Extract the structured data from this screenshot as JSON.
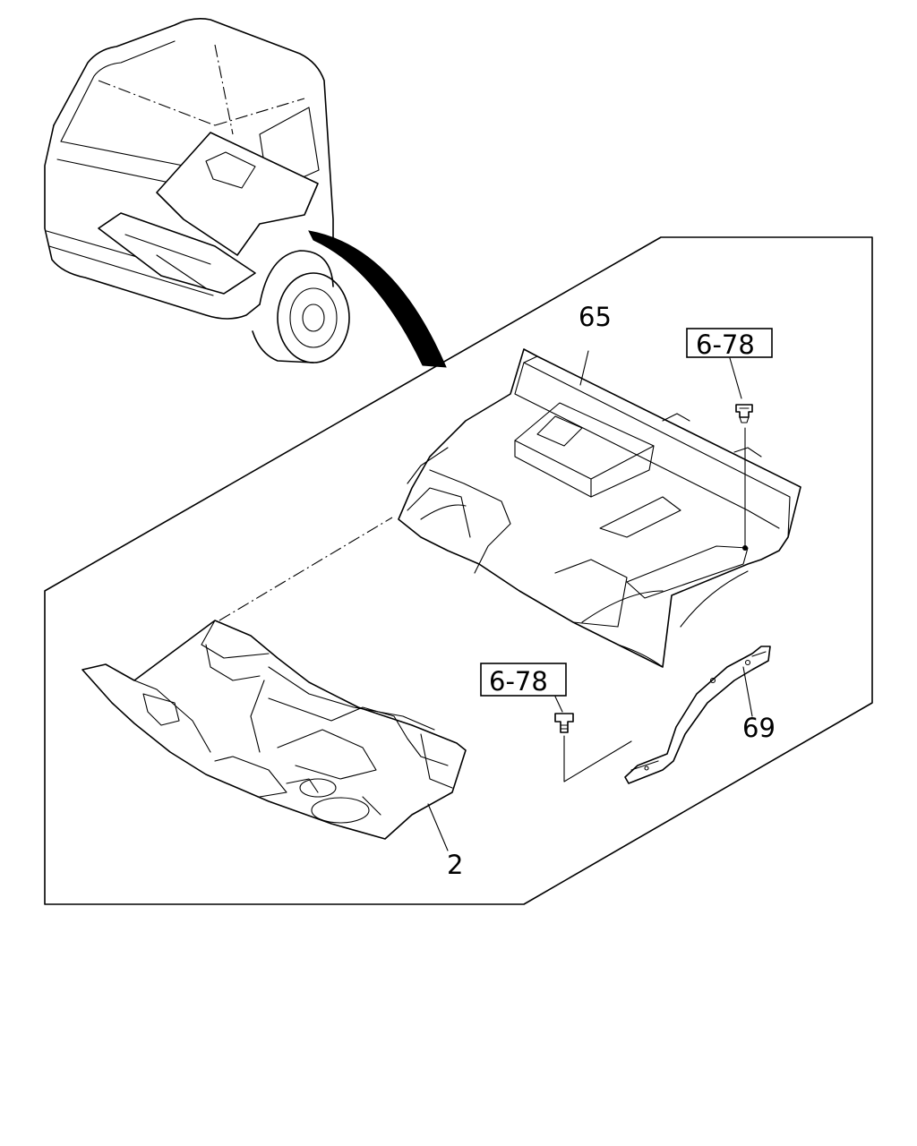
{
  "callouts": {
    "part_65": "65",
    "part_69": "69",
    "part_2": "2",
    "ref_top": "6-78",
    "ref_bottom": "6-78"
  }
}
